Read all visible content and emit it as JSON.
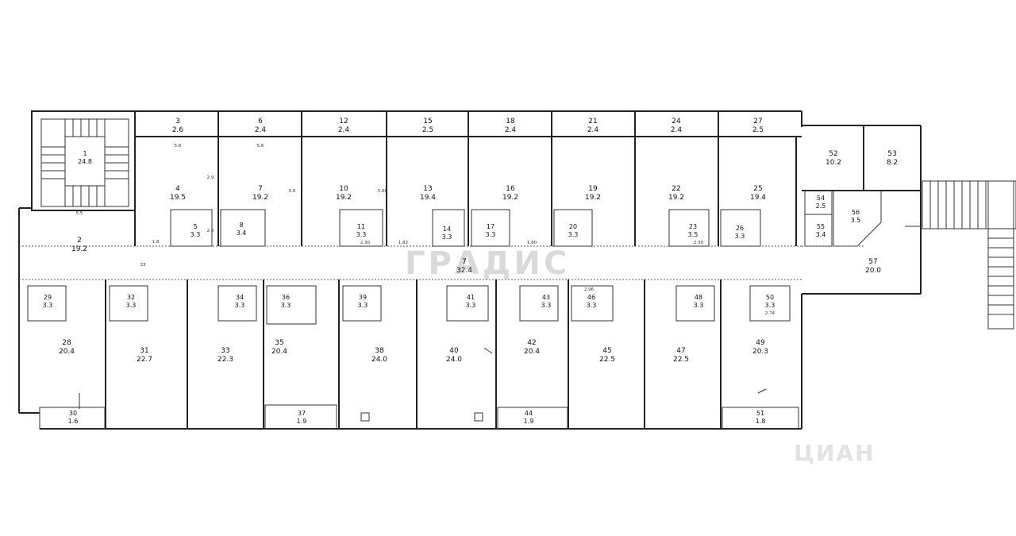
{
  "plan": {
    "rooms": [
      {
        "id": "stair",
        "num": "1",
        "area": "24.8"
      },
      {
        "id": "r2",
        "num": "2",
        "area": "19.2"
      },
      {
        "id": "r3",
        "num": "3",
        "area": "2.6"
      },
      {
        "id": "r4",
        "num": "4",
        "area": "19.5"
      },
      {
        "id": "r5",
        "num": "5",
        "area": "3.3"
      },
      {
        "id": "r6",
        "num": "6",
        "area": "2.4"
      },
      {
        "id": "r7",
        "num": "7",
        "area": "19.2"
      },
      {
        "id": "r8",
        "num": "8",
        "area": "3.4"
      },
      {
        "id": "r9",
        "num": "12",
        "area": "2.4"
      },
      {
        "id": "r10",
        "num": "10",
        "area": "19.2"
      },
      {
        "id": "r11",
        "num": "11",
        "area": "3.3"
      },
      {
        "id": "r13",
        "num": "15",
        "area": "2.5"
      },
      {
        "id": "r14",
        "num": "13",
        "area": "19.4"
      },
      {
        "id": "r15",
        "num": "14",
        "area": "3.3"
      },
      {
        "id": "r16",
        "num": "18",
        "area": "2.4"
      },
      {
        "id": "r17",
        "num": "16",
        "area": "19.2"
      },
      {
        "id": "r18",
        "num": "17",
        "area": "3.3"
      },
      {
        "id": "r19",
        "num": "21",
        "area": "2.4"
      },
      {
        "id": "r20",
        "num": "19",
        "area": "19.2"
      },
      {
        "id": "r21",
        "num": "20",
        "area": "3.3"
      },
      {
        "id": "r22",
        "num": "24",
        "area": "2.4"
      },
      {
        "id": "r23",
        "num": "22",
        "area": "19.2"
      },
      {
        "id": "r24",
        "num": "23",
        "area": "3.5"
      },
      {
        "id": "r25",
        "num": "27",
        "area": "2.5"
      },
      {
        "id": "r26",
        "num": "25",
        "area": "19.4"
      },
      {
        "id": "r27",
        "num": "26",
        "area": "3.3"
      },
      {
        "id": "corr",
        "num": "7",
        "area": "32.4"
      },
      {
        "id": "r28",
        "num": "28",
        "area": "20.4"
      },
      {
        "id": "r29",
        "num": "29",
        "area": "3.3"
      },
      {
        "id": "r30",
        "num": "30",
        "area": "1.6"
      },
      {
        "id": "r31",
        "num": "31",
        "area": "22.7"
      },
      {
        "id": "r32",
        "num": "32",
        "area": "3.3"
      },
      {
        "id": "r33",
        "num": "33",
        "area": "22.3"
      },
      {
        "id": "r34",
        "num": "34",
        "area": "3.3"
      },
      {
        "id": "r35",
        "num": "35",
        "area": "20.4"
      },
      {
        "id": "r36",
        "num": "36",
        "area": "3.3"
      },
      {
        "id": "r37",
        "num": "37",
        "area": "1.9"
      },
      {
        "id": "r38",
        "num": "38",
        "area": "24.0"
      },
      {
        "id": "r39",
        "num": "39",
        "area": "3.3"
      },
      {
        "id": "r40",
        "num": "40",
        "area": "24.0"
      },
      {
        "id": "r41",
        "num": "41",
        "area": "3.3"
      },
      {
        "id": "r42",
        "num": "42",
        "area": "20.4"
      },
      {
        "id": "r43",
        "num": "43",
        "area": "3.3"
      },
      {
        "id": "r44",
        "num": "44",
        "area": "1.9"
      },
      {
        "id": "r45",
        "num": "45",
        "area": "22.5"
      },
      {
        "id": "r46",
        "num": "46",
        "area": "3.3"
      },
      {
        "id": "r47",
        "num": "47",
        "area": "22.5"
      },
      {
        "id": "r48",
        "num": "48",
        "area": "3.3"
      },
      {
        "id": "r49",
        "num": "49",
        "area": "20.3"
      },
      {
        "id": "r50",
        "num": "50",
        "area": "3.3"
      },
      {
        "id": "r51",
        "num": "51",
        "area": "1.8"
      },
      {
        "id": "r52",
        "num": "52",
        "area": "10.2"
      },
      {
        "id": "r53",
        "num": "53",
        "area": "8.2"
      },
      {
        "id": "r54",
        "num": "54",
        "area": "2.5"
      },
      {
        "id": "r55",
        "num": "55",
        "area": "3.4"
      },
      {
        "id": "r56",
        "num": "56",
        "area": "3.5"
      },
      {
        "id": "r57",
        "num": "57",
        "area": "20.0"
      }
    ],
    "dims": {
      "d1": "5.6",
      "d2": "5.6",
      "d3": "1.8",
      "d4": "2.9",
      "d5": "5.6",
      "d6": "5.5",
      "d7": "33",
      "d8": "2.0",
      "d9": "2.30",
      "d10": "2.30",
      "d11": "5.60",
      "d12": "1.82",
      "d13": "1.80",
      "d14": "2.96",
      "d15": "2.74"
    }
  },
  "watermark": {
    "center": "ГРАДИС",
    "corner": "ЦИАН"
  }
}
